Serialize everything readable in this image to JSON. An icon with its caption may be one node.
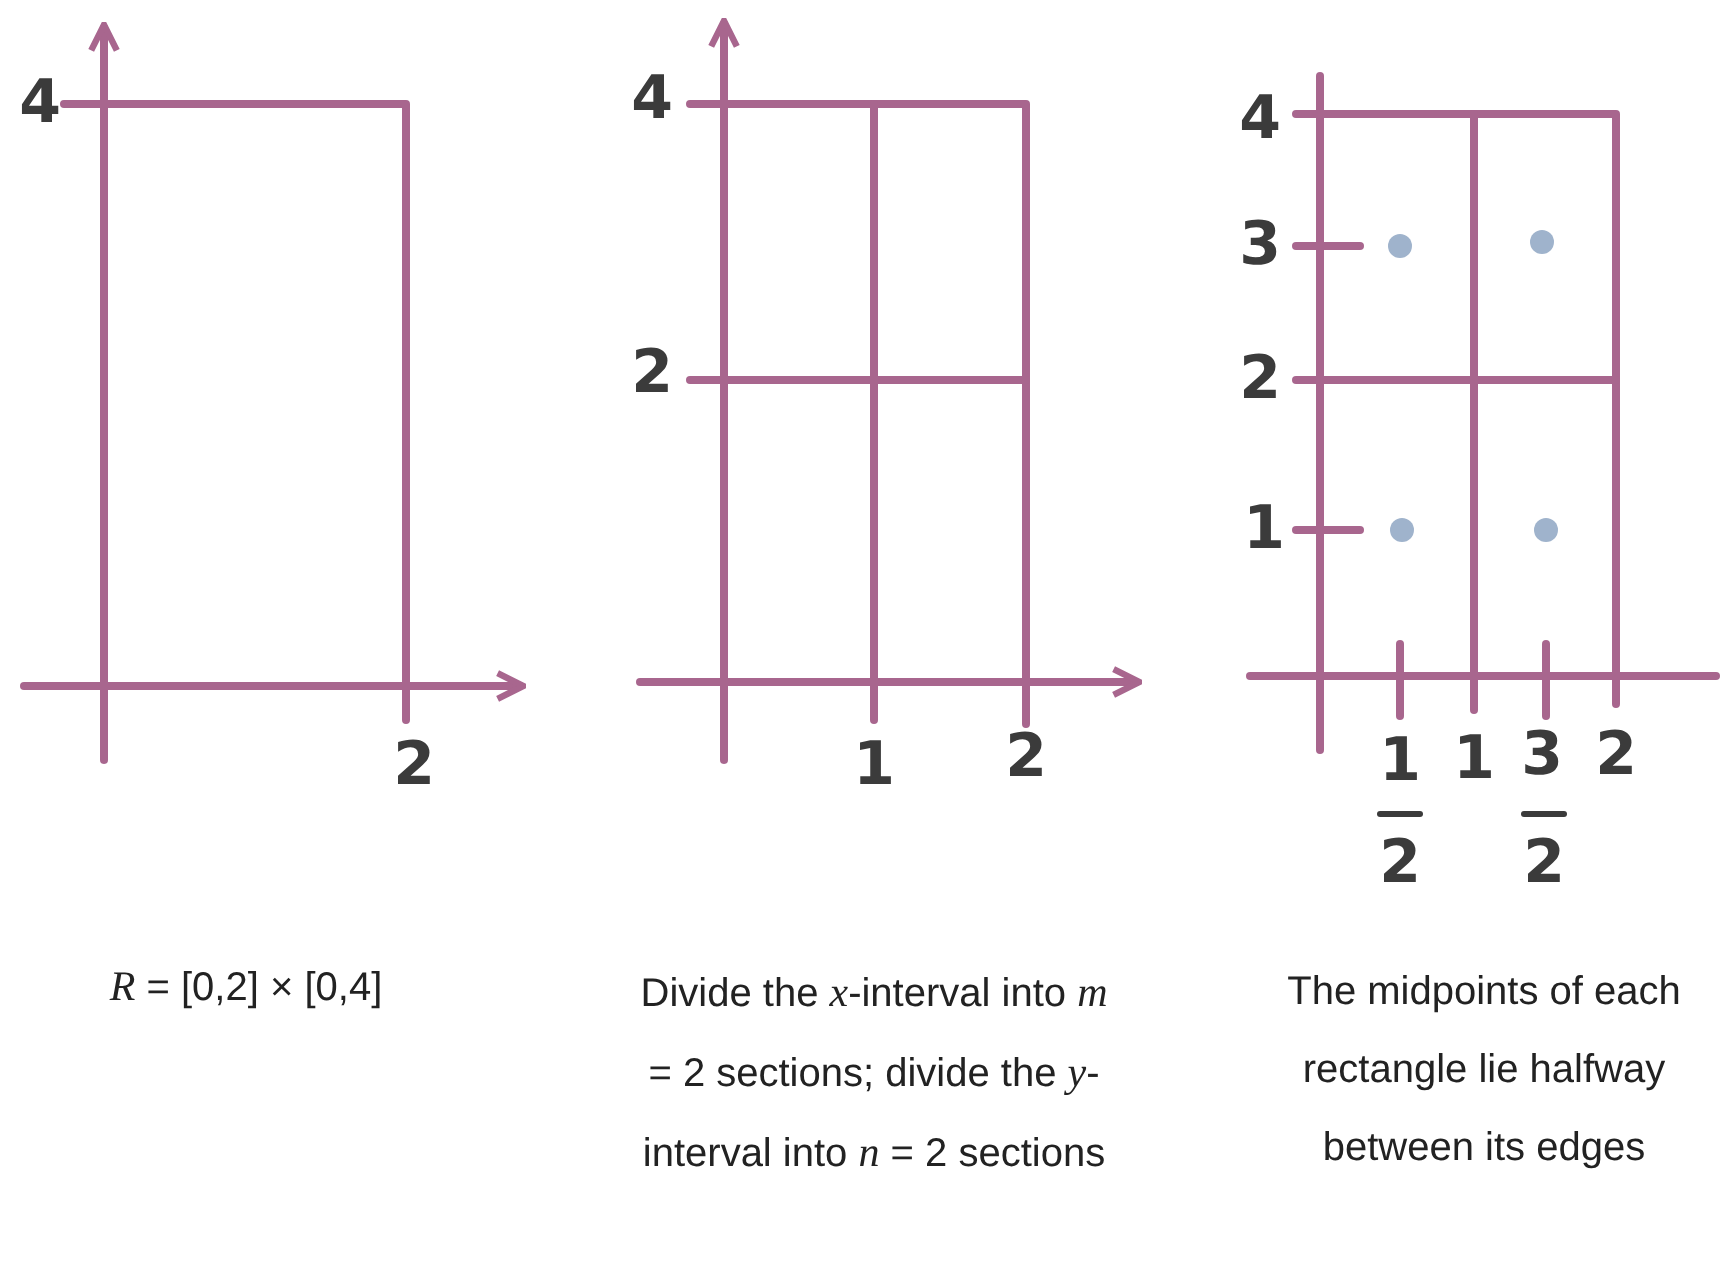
{
  "diagram": {
    "labels": [
      "4",
      "2",
      "4",
      "2",
      "1",
      "2",
      "4",
      "3",
      "2",
      "1",
      "1",
      "1",
      "3",
      "2",
      "2",
      "2",
      "*R* = [0,2] × [0,4]",
      "Divide the *x*-interval into *m* = 2 sections; divide the *y*-interval into *n* = 2 sections",
      "The midpoints of each rectangle lie halfway between its edges"
    ]
  }
}
